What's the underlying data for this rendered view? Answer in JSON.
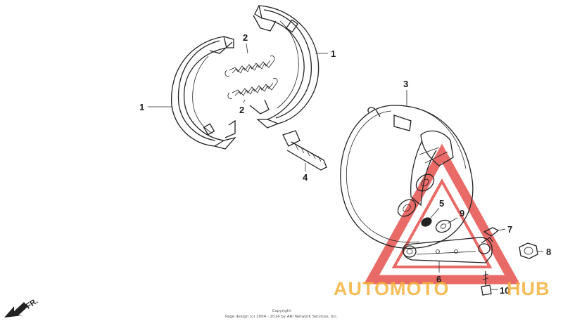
{
  "callouts": {
    "shoe_top": "1",
    "shoe_left": "1",
    "spring_top": "2",
    "spring_bottom": "2",
    "panel": "3",
    "cam": "4",
    "seal": "5",
    "arm": "6",
    "clip": "7",
    "nut": "8",
    "washer": "9",
    "bolt": "10"
  },
  "direction_label": "FR.",
  "watermark": {
    "part1": "AUTOMOTO",
    "part2": "HUB",
    "color_red": "#e23a36",
    "color_yellow": "#f4b23c"
  },
  "copyright": {
    "line1": "Copyright",
    "line2": "Page design (c) 2004 - 2014 by ARI Network Services, Inc."
  }
}
